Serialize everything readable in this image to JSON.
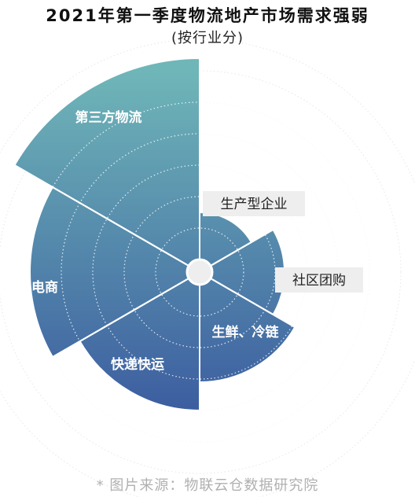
{
  "chart_data": {
    "type": "polar-bar",
    "title": "2021年第一季度物流地产市场需求强弱",
    "subtitle": "(按行业分)",
    "categories": [
      "生产型企业",
      "社区团购",
      "生鲜、冷链",
      "快递快运",
      "电商",
      "第三方物流"
    ],
    "values": [
      1.5,
      2.3,
      3.1,
      4.0,
      5.0,
      6.4
    ],
    "rings": 5,
    "grid": true,
    "colors": {
      "top": "#6fb6b8",
      "bottom": "#3a5a9f",
      "box": "#eeeeee",
      "dots": "#ffffff"
    }
  },
  "source": "* 图片来源：物联云仓数据研究院"
}
